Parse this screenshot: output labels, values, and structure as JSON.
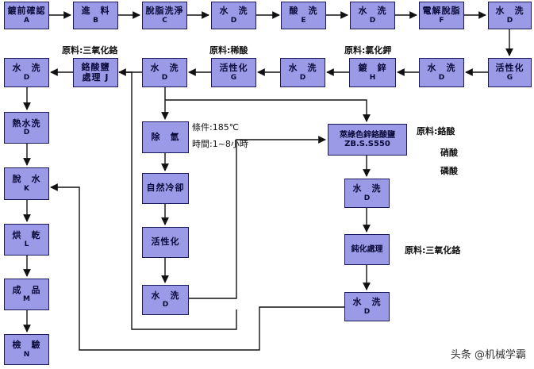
{
  "boxes": {
    "b1": {
      "label": "鍍前確認",
      "code": "A"
    },
    "b2": {
      "label": "進　料",
      "code": "B"
    },
    "b3": {
      "label": "脫脂洗淨",
      "code": "C"
    },
    "b4": {
      "label": "水　洗",
      "code": "D"
    },
    "b5": {
      "label": "酸　洗",
      "code": "E"
    },
    "b6": {
      "label": "水　洗",
      "code": "D"
    },
    "b7": {
      "label": "電解脫脂",
      "code": "F"
    },
    "b8": {
      "label": "水　洗",
      "code": "D"
    },
    "b9": {
      "label": "活性化",
      "code": "G"
    },
    "b10": {
      "label": "水　洗",
      "code": "D"
    },
    "b11": {
      "label": "鍍　鋅",
      "code": "H"
    },
    "b12": {
      "label": "水　洗",
      "code": "D"
    },
    "b13": {
      "label": "活性化",
      "code": "G"
    },
    "b14": {
      "label": "水　洗",
      "code": "D"
    },
    "b15": {
      "label": "鉻酸鹽",
      "label2": "處理 J"
    },
    "b16": {
      "label": "水　洗",
      "code": "D"
    },
    "b17": {
      "label": "熱水洗",
      "code": "D"
    },
    "b18": {
      "label": "脫　水",
      "code": "K"
    },
    "b19": {
      "label": "烘　乾",
      "code": "L"
    },
    "b20": {
      "label": "成　品",
      "code": "M"
    },
    "b21": {
      "label": "檢　驗",
      "code": "N"
    },
    "m1": {
      "label": "除　氫"
    },
    "m2": {
      "label": "自然冷卻"
    },
    "m3": {
      "label": "活性化"
    },
    "m4": {
      "label": "水　洗",
      "code": "D"
    },
    "r1": {
      "label": "萊綠色鋅鉻酸鹽",
      "code": "ZB.S.S550"
    },
    "r2": {
      "label": "水　洗",
      "code": "D"
    },
    "r3": {
      "label": "鈍化處理"
    },
    "r4": {
      "label": "水　洗",
      "code": "D"
    }
  },
  "notes": {
    "n1": "原料:三氧化鉻",
    "n2": "原料:稀酸",
    "n3": "原料:氯化鉀",
    "n4": "條件:185℃",
    "n5": "時間:1~8小時",
    "n6": "原料:鉻酸",
    "n7": "硝酸",
    "n8": "磷酸",
    "n9": "原料:三氧化鉻"
  },
  "watermark": "头条 @机械学霸"
}
